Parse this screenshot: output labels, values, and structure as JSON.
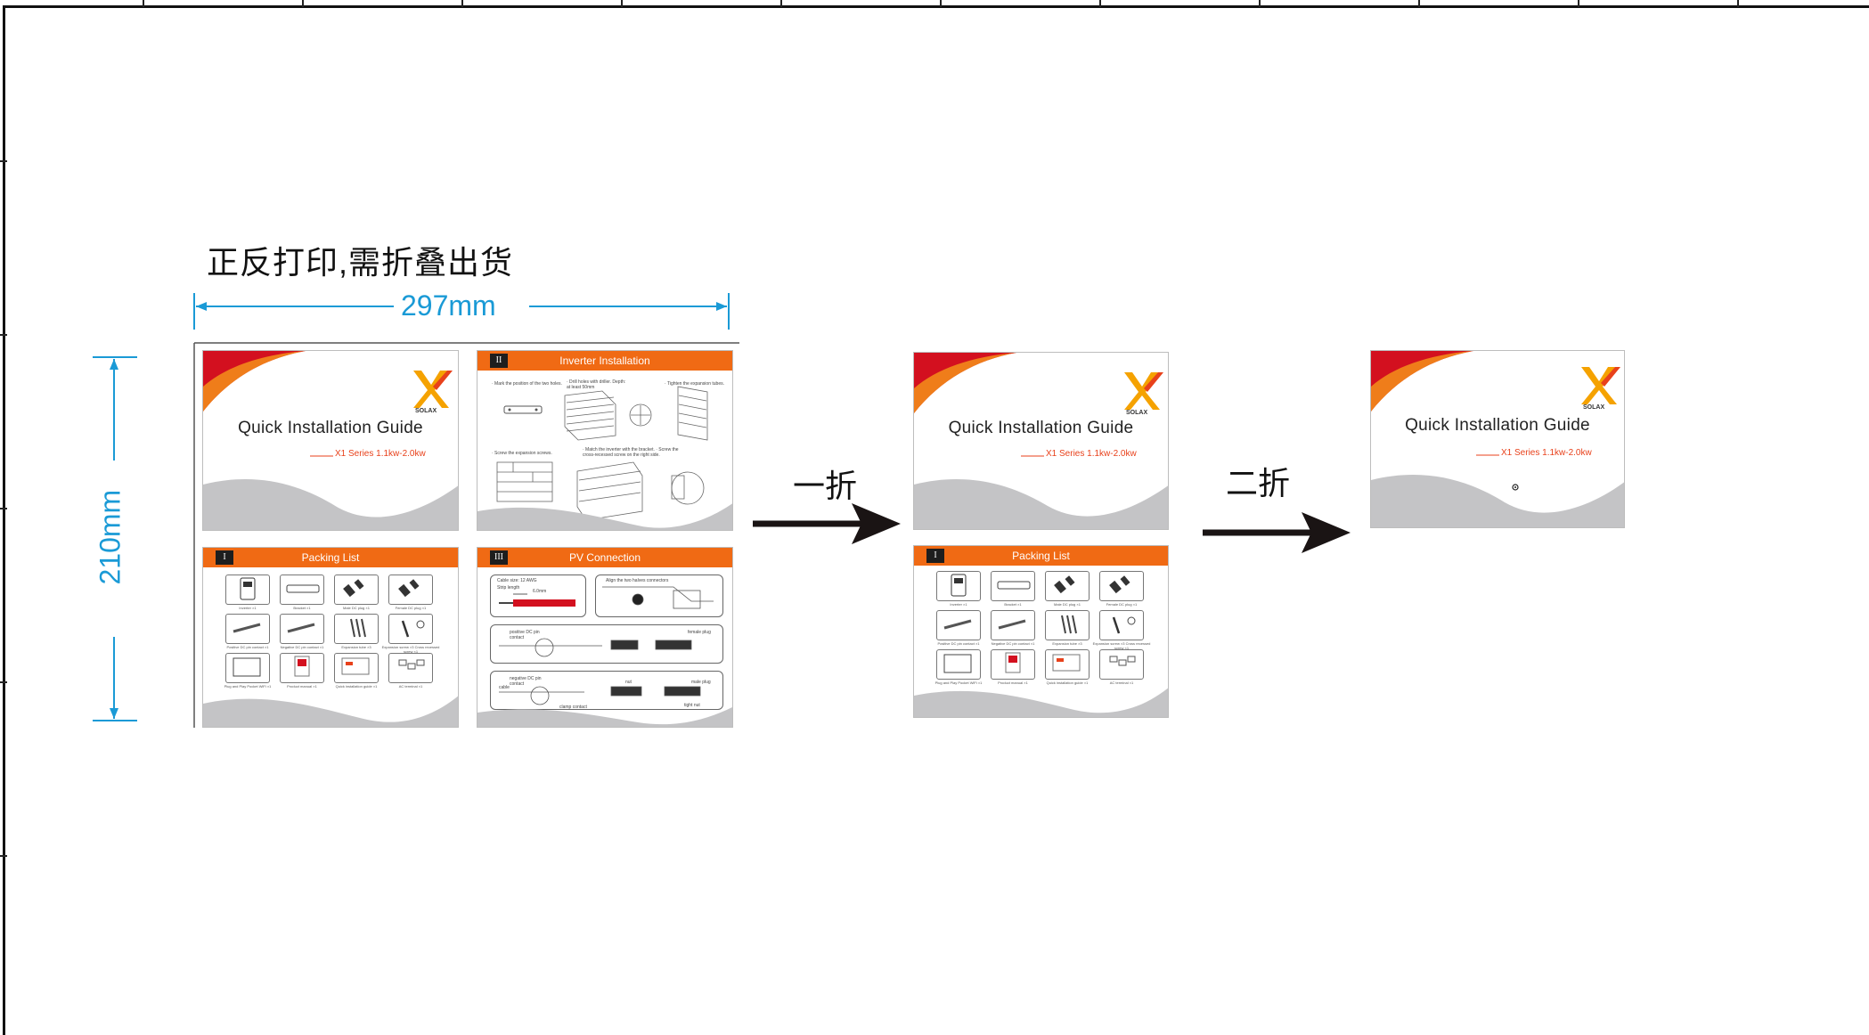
{
  "annotation": {
    "print_note": "正反打印,需折叠出货",
    "width_label": "297mm",
    "height_label": "210mm",
    "fold1_label": "一折",
    "fold2_label": "二折"
  },
  "colors": {
    "dimension": "#1a9ad6",
    "accent_orange": "#f06a14",
    "accent_red": "#d3101f",
    "subtitle_red": "#e8411b",
    "swoosh_gray": "#c4c4c6",
    "arrow": "#1a1414"
  },
  "cover": {
    "title": "Quick Installation Guide",
    "subtitle": "X1 Series 1.1kw-2.0kw",
    "logo_text": "SOLAX"
  },
  "inverter_panel": {
    "number": "II",
    "title": "Inverter Installation",
    "notes": [
      "· Mark the position of the two holes.",
      "· Drill holes with driller. Depth: at least 50mm",
      "· Tighten the expansion tubes.",
      "· Screw the expansion screws.",
      "· Match the inverter with the bracket. · Screw the cross-recessed screw on the right side."
    ]
  },
  "packing_panel": {
    "number": "I",
    "title": "Packing List",
    "items": [
      "Inverter ×1",
      "Bracket ×1",
      "Male DC plug ×1",
      "Female DC plug ×1",
      "Positive DC pin contact ×1",
      "Negative DC pin contact ×1",
      "Expansion tube ×3",
      "Expansion screw ×3 Cross recessed screw ×1",
      "Plug and Play Pocket WiFi ×1",
      "Product manual ×1",
      "Quick installation guide ×1",
      "AC terminal ×1"
    ]
  },
  "pv_panel": {
    "number": "III",
    "title": "PV Connection",
    "labels": {
      "cable_size": "Cable size: 12 AWG",
      "strip_length": "Strip length",
      "strip_value": "6.0mm",
      "align": "Align the two halves connectors",
      "positive": "positive DC pin contact",
      "female": "female plug",
      "negative": "negative DC pin contact",
      "nut": "nut",
      "male": "male plug",
      "cable": "cable",
      "clamp": "clamp contact",
      "tight": "tight nut"
    }
  }
}
